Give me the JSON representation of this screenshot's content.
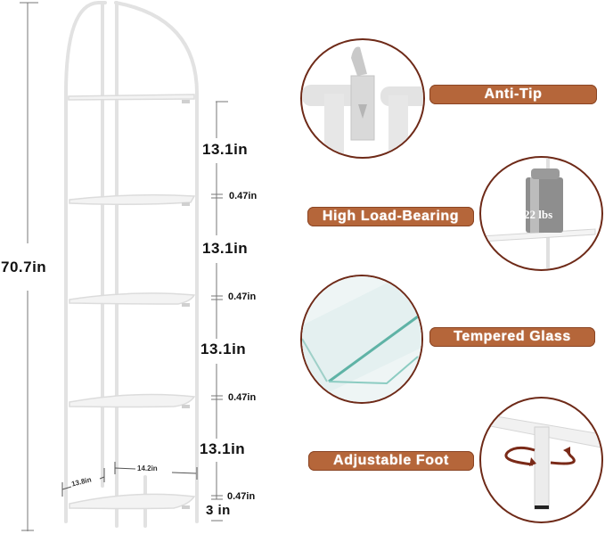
{
  "product": {
    "dimensions": {
      "total_height": "70.7in",
      "shelf_gap_1": "13.1in",
      "shelf_gap_2": "13.1in",
      "shelf_gap_3": "13.1in",
      "shelf_gap_4": "13.1in",
      "glass_thickness_1": "0.47in",
      "glass_thickness_2": "0.47in",
      "glass_thickness_3": "0.47in",
      "glass_thickness_4": "0.47in",
      "foot_height": "3 in",
      "shelf_depth": "13.8in",
      "shelf_width": "14.2in"
    }
  },
  "features": [
    {
      "label": "Anti-Tip",
      "icon": "anti-tip-strap-icon"
    },
    {
      "label": "High Load-Bearing",
      "icon": "weight-icon",
      "badge": "22 lbs"
    },
    {
      "label": "Tempered Glass",
      "icon": "glass-panel-icon"
    },
    {
      "label": "Adjustable Foot",
      "icon": "rotate-foot-icon"
    }
  ],
  "colors": {
    "label_bg": "#b5663a",
    "circle_border": "#6e2a18",
    "frame": "#e6e6e6"
  }
}
